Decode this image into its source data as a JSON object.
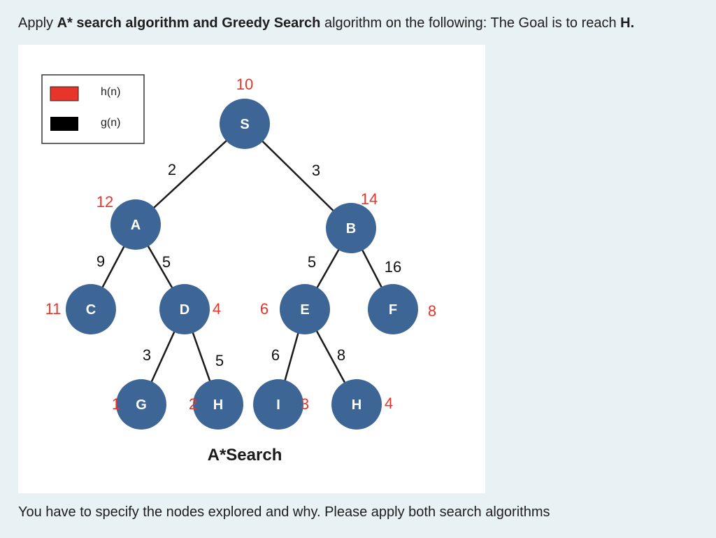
{
  "prompt": {
    "t1": "Apply ",
    "b1": "A* search algorithm and Greedy Search",
    "t2": " algorithm on the following: The Goal is to reach ",
    "b2": "H."
  },
  "footer": "You have to specify the nodes explored and why. Please apply both search algorithms",
  "legend": {
    "items": [
      {
        "label": "h(n)",
        "color": "#e8352b"
      },
      {
        "label": "g(n)",
        "color": "#000000"
      }
    ]
  },
  "colors": {
    "node": "#3d6696",
    "heuristic": "#e8352b",
    "cost": "#111111"
  },
  "diagram": {
    "caption": "A*Search",
    "nodes": [
      {
        "id": "S",
        "label": "S",
        "h": "10"
      },
      {
        "id": "A",
        "label": "A",
        "h": "12"
      },
      {
        "id": "B",
        "label": "B",
        "h": "14"
      },
      {
        "id": "C",
        "label": "C",
        "h": "11"
      },
      {
        "id": "D",
        "label": "D",
        "h": "4"
      },
      {
        "id": "E",
        "label": "E",
        "h": "6"
      },
      {
        "id": "F",
        "label": "F",
        "h": "8"
      },
      {
        "id": "G",
        "label": "G",
        "h": "1"
      },
      {
        "id": "H1",
        "label": "H",
        "h": "2"
      },
      {
        "id": "I",
        "label": "I",
        "h": "3"
      },
      {
        "id": "H2",
        "label": "H",
        "h": "4"
      }
    ],
    "edges": [
      {
        "from": "S",
        "to": "A",
        "g": "2"
      },
      {
        "from": "S",
        "to": "B",
        "g": "3"
      },
      {
        "from": "A",
        "to": "C",
        "g": "9"
      },
      {
        "from": "A",
        "to": "D",
        "g": "5"
      },
      {
        "from": "B",
        "to": "E",
        "g": "5"
      },
      {
        "from": "B",
        "to": "F",
        "g": "16"
      },
      {
        "from": "D",
        "to": "G",
        "g": "3"
      },
      {
        "from": "D",
        "to": "H1",
        "g": "5"
      },
      {
        "from": "E",
        "to": "I",
        "g": "6"
      },
      {
        "from": "E",
        "to": "H2",
        "g": "8"
      }
    ]
  }
}
